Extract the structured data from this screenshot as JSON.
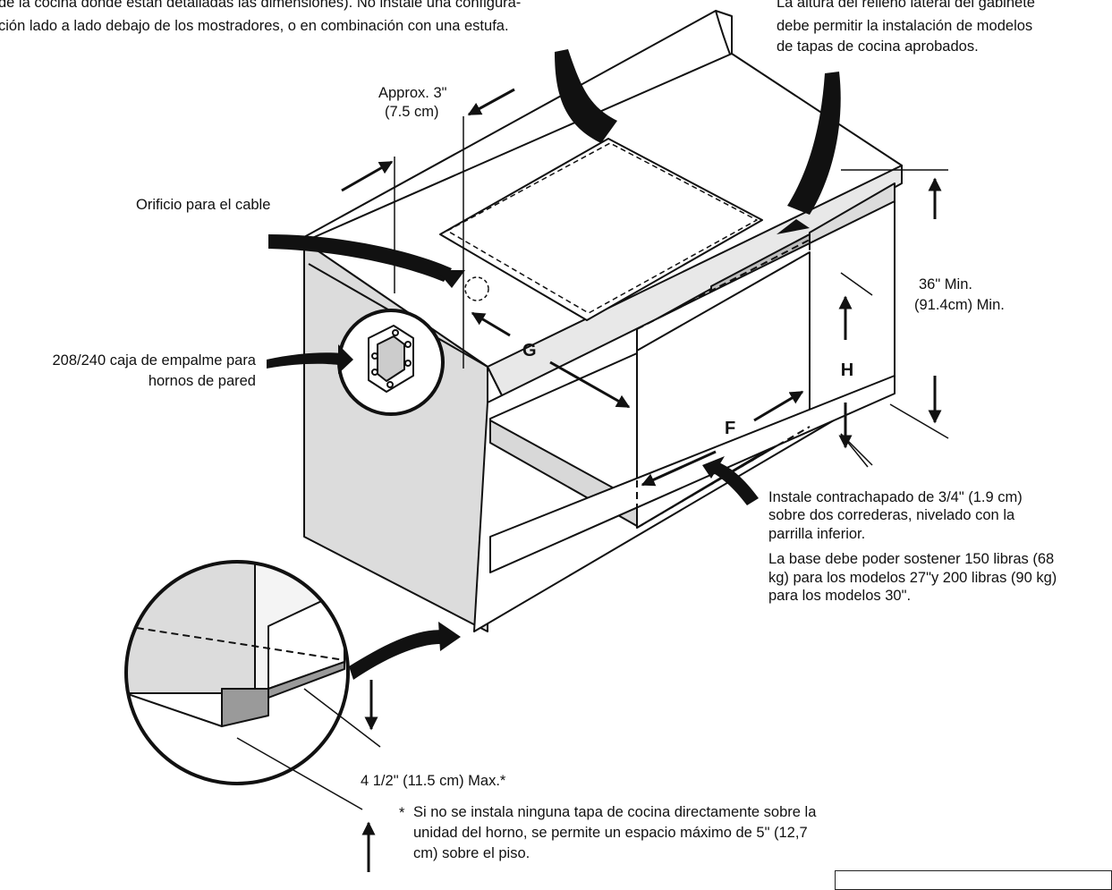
{
  "top_left_note": {
    "line1": "de la cocina donde están detalladas las dimensiones). No instale una configura-",
    "line2": "ción lado a lado debajo de los mostradores, o en combinación con una estufa."
  },
  "top_right_note": {
    "line1": "La altura del relleno lateral del gabinete",
    "line2": "debe permitir la instalación de modelos",
    "line3": "de tapas de cocina aprobados."
  },
  "dim_approx": {
    "line1": "Approx. 3\"",
    "line2": "(7.5 cm)"
  },
  "cable_hole_label": "Orificio para el cable",
  "junction_box_label": {
    "line1": "208/240 caja de empalme para",
    "line2": "hornos de pared"
  },
  "height_dim": {
    "line1": "36\" Min.",
    "line2": "(91.4cm) Min."
  },
  "letters": {
    "g": "G",
    "h": "H",
    "f": "F"
  },
  "plywood_note": {
    "line1": "Instale contrachapado de 3/4\" (1.9 cm)",
    "line2": "sobre dos correderas, nivelado con la",
    "line3": "parrilla inferior."
  },
  "base_note": {
    "line1": "La base debe poder sostener 150 libras (68",
    "line2": "kg) para los modelos 27\"y 200 libras (90 kg)",
    "line3": "para los modelos 30\"."
  },
  "max_gap": "4 1/2\" (11.5 cm) Max.*",
  "footnote": {
    "star": "*",
    "line1": "Si no se instala ninguna tapa de cocina directamente sobre la",
    "line2": "unidad del horno, se permite un espacio máximo de 5\" (12,7",
    "line3": "cm) sobre el piso."
  },
  "colors": {
    "ink": "#111111",
    "shade": "#dcdcdc",
    "shade_dark": "#b9b9b9",
    "paper": "#ffffff"
  }
}
